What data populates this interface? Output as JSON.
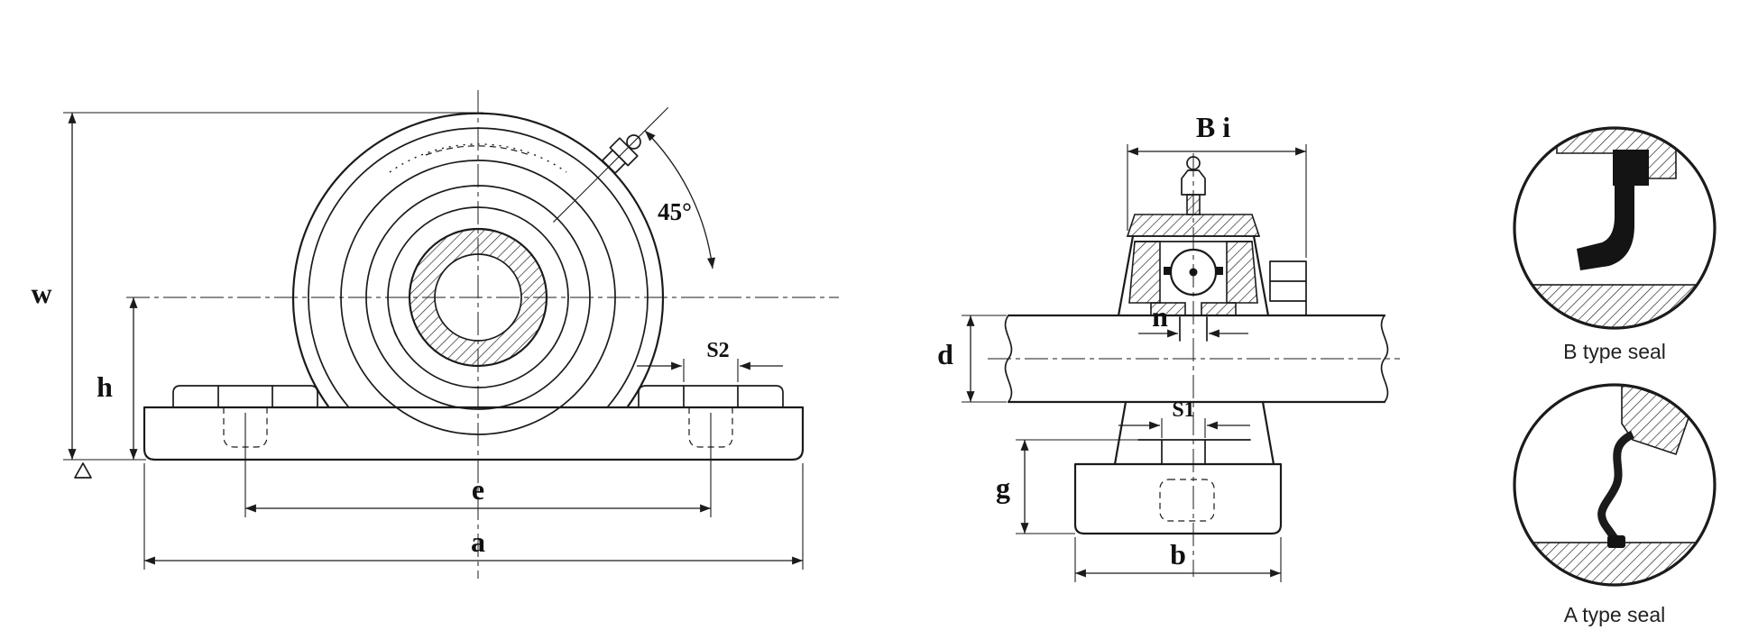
{
  "meta": {
    "background_color": "#ffffff",
    "line_color": "#1b1b1b"
  },
  "front_view": {
    "dim_w": "w",
    "dim_h": "h",
    "dim_e": "e",
    "dim_a": "a",
    "dim_s2": "S2",
    "angle_label": "45°"
  },
  "side_view": {
    "dim_bi": "B i",
    "dim_n": "n",
    "dim_d": "d",
    "dim_s1": "S1",
    "dim_g": "g",
    "dim_b": "b"
  },
  "seal_details": {
    "b_type_label": "B type seal",
    "a_type_label": "A type seal"
  }
}
